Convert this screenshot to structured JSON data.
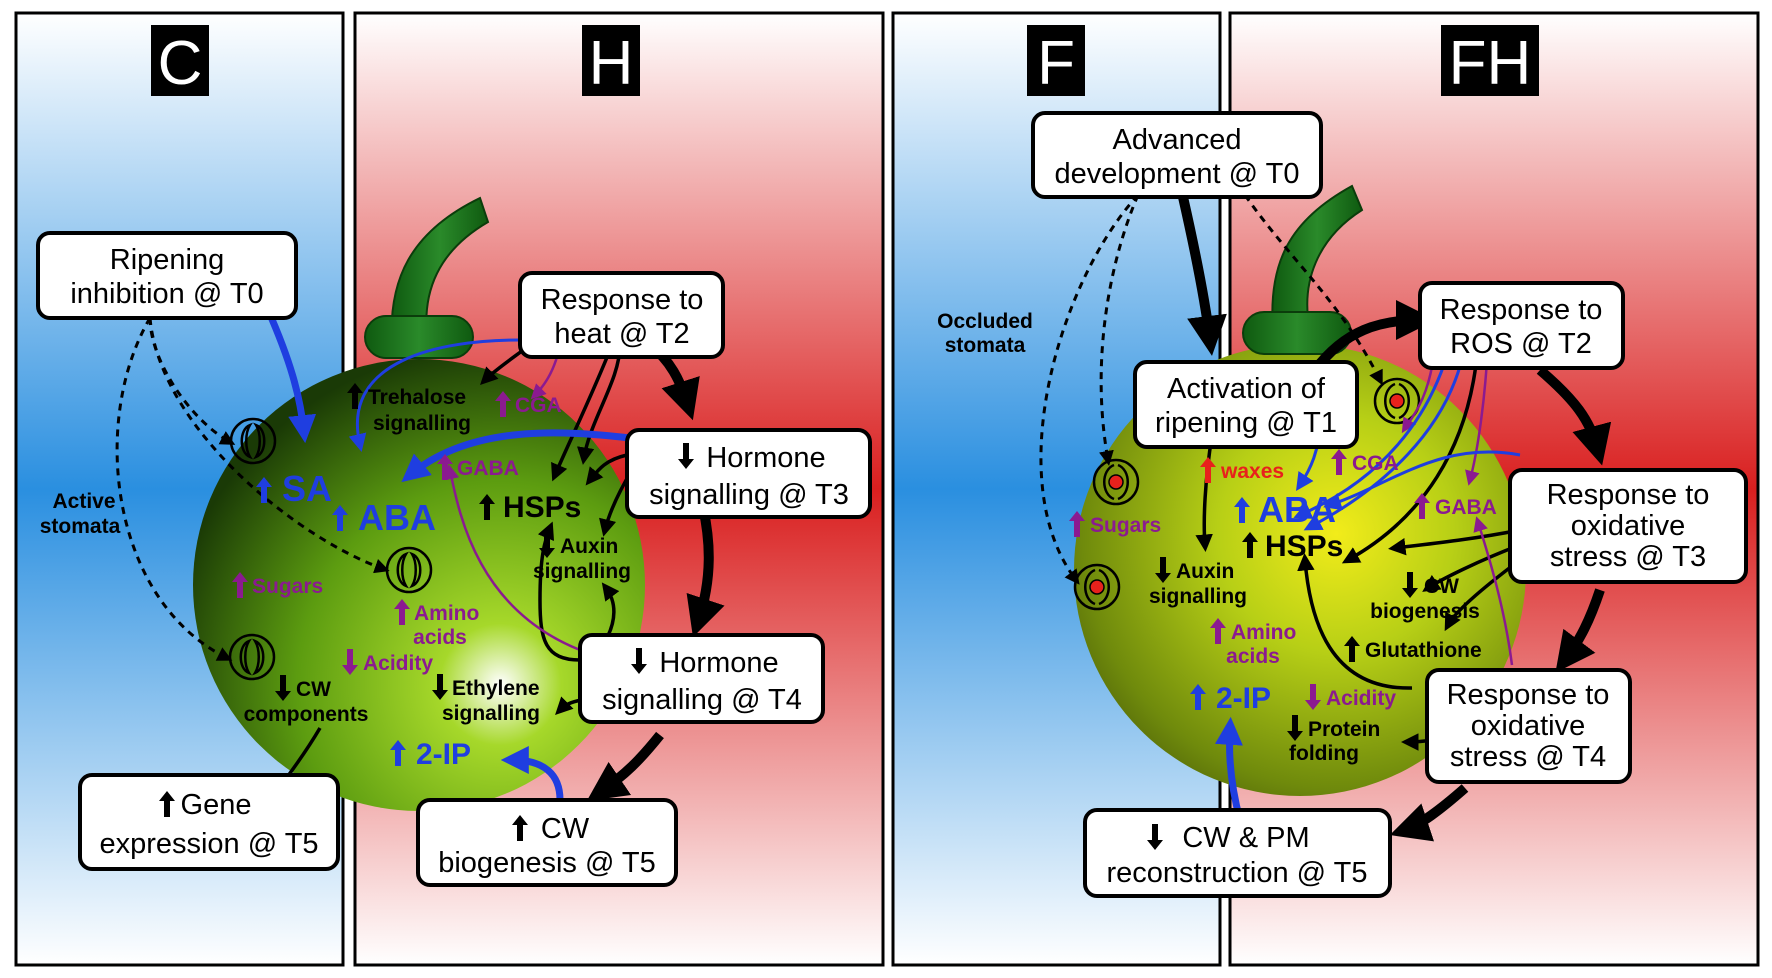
{
  "panels": {
    "c": {
      "header": "C",
      "title": [
        "Ripening",
        "inhibition @ T0"
      ],
      "stomata": [
        "Active",
        "stomata"
      ],
      "gene": [
        "Gene",
        "expression @ T5"
      ]
    },
    "h": {
      "header": "H",
      "heat": [
        "Response to",
        "heat @ T2"
      ],
      "hormone_t3": [
        "Hormone",
        "signalling @ T3"
      ],
      "hormone_t4": [
        "Hormone",
        "signalling @ T4"
      ],
      "cw_t5": [
        "CW",
        "biogenesis @ T5"
      ]
    },
    "f": {
      "header": "F",
      "advanced": [
        "Advanced",
        "development @ T0"
      ],
      "stomata": [
        "Occluded",
        "stomata"
      ]
    },
    "fh": {
      "header": "FH",
      "activation": [
        "Activation of",
        "ripening @ T1"
      ],
      "ros": [
        "Response to",
        "ROS @ T2"
      ],
      "ox_t3": [
        "Response to",
        "oxidative",
        "stress @ T3"
      ],
      "ox_t4": [
        "Response to",
        "oxidative",
        "stress @ T4"
      ],
      "cwpm": [
        "CW & PM",
        "reconstruction @ T5"
      ]
    }
  },
  "fruit1": {
    "sa": "SA",
    "aba": "ABA",
    "sugars": "Sugars",
    "trehalose": [
      "Trehalose",
      "signalling"
    ],
    "cga": "CGA",
    "gaba": "GABA",
    "hsps": "HSPs",
    "auxin": [
      "Auxin",
      "signalling"
    ],
    "amino": [
      "Amino",
      "acids"
    ],
    "acidity": "Acidity",
    "cw_comp": [
      "CW",
      "components"
    ],
    "ethylene": [
      "Ethylene",
      "signalling"
    ],
    "ip": "2-IP"
  },
  "fruit2": {
    "sugars": "Sugars",
    "waxes": "waxes",
    "cga": "CGA",
    "aba": "ABA",
    "gaba": "GABA",
    "auxin": [
      "Auxin",
      "signalling"
    ],
    "hsps": "HSPs",
    "cw": [
      "CW",
      "biogenesis"
    ],
    "amino": [
      "Amino",
      "acids"
    ],
    "glutathione": "Glutathione",
    "ip": "2-IP",
    "acidity": "Acidity",
    "protein": [
      "Protein",
      "folding"
    ]
  },
  "colors": {
    "blue_arrow": "#1f3ee0",
    "purple_metabolite": "#8b1a90",
    "red_accent": "#e8211c",
    "stem_green": "#1f7a1f",
    "cold_bg": "#2a8fe0",
    "heat_bg": "#d91f1f"
  }
}
